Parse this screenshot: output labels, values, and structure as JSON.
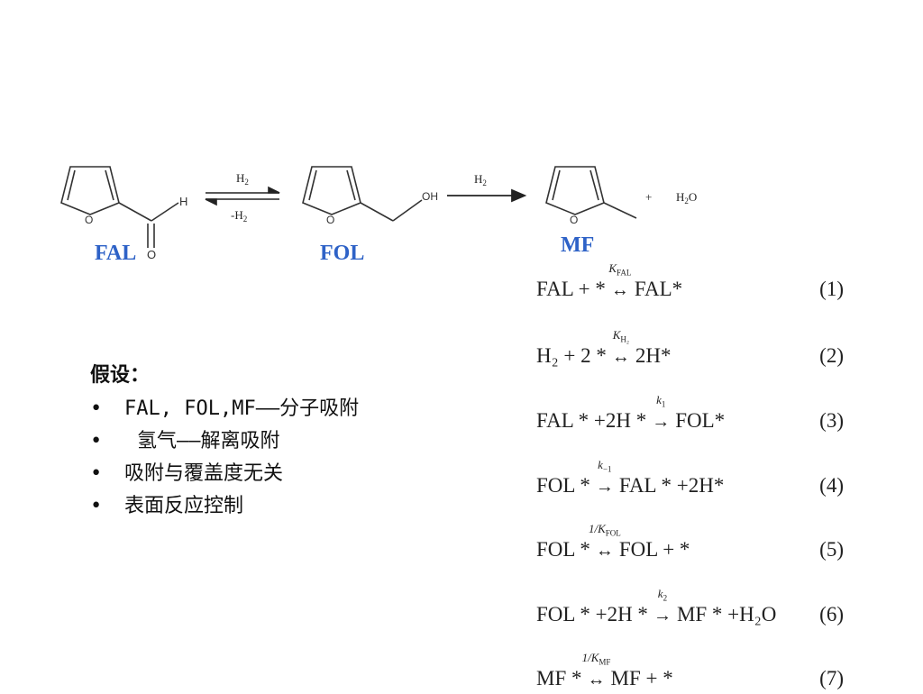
{
  "scheme": {
    "FAL_label": "FAL",
    "FOL_label": "FOL",
    "MF_label": "MF",
    "fal_h_atom": "H",
    "fal_o_atom": "O",
    "fol_oh": "OH",
    "ring_o": "O",
    "step1_reagent_top": "H2",
    "step1_reagent_bottom": "-H2",
    "step2_reagent": "H2",
    "plus": "+",
    "byproduct": "H2O"
  },
  "assumptions": {
    "heading": "假设：",
    "bullet_char": "•",
    "items": [
      "FAL, FOL,MF——分子吸附",
      "氢气——解离吸附",
      "吸附与覆盖度无关",
      "表面反应控制"
    ]
  },
  "equations": [
    {
      "number": "(1)",
      "lhs": "FAL + *",
      "const": "K",
      "const_sub": "FAL",
      "sym": "↔",
      "rhs": "FAL*"
    },
    {
      "number": "(2)",
      "lhs": "H₂ + 2 *",
      "const": "K",
      "const_sub": "H₂",
      "sym": "↔",
      "rhs": "2H*"
    },
    {
      "number": "(3)",
      "lhs": "FAL * +2H *",
      "const": "k",
      "const_sub": "1",
      "sym": "→",
      "rhs": "FOL*"
    },
    {
      "number": "(4)",
      "lhs": "FOL *",
      "const": "k",
      "const_sub": "−1",
      "sym": "→",
      "rhs": "FAL * +2H*"
    },
    {
      "number": "(5)",
      "lhs": "FOL *",
      "const": "1/K",
      "const_sub": "FOL",
      "sym": "↔",
      "rhs": "FOL + *"
    },
    {
      "number": "(6)",
      "lhs": "FOL * +2H *",
      "const": "k",
      "const_sub": "2",
      "sym": "→",
      "rhs": "MF * +H₂O"
    },
    {
      "number": "(7)",
      "lhs": "MF *",
      "const": "1/K",
      "const_sub": "MF",
      "sym": "↔",
      "rhs": "MF + *"
    }
  ]
}
